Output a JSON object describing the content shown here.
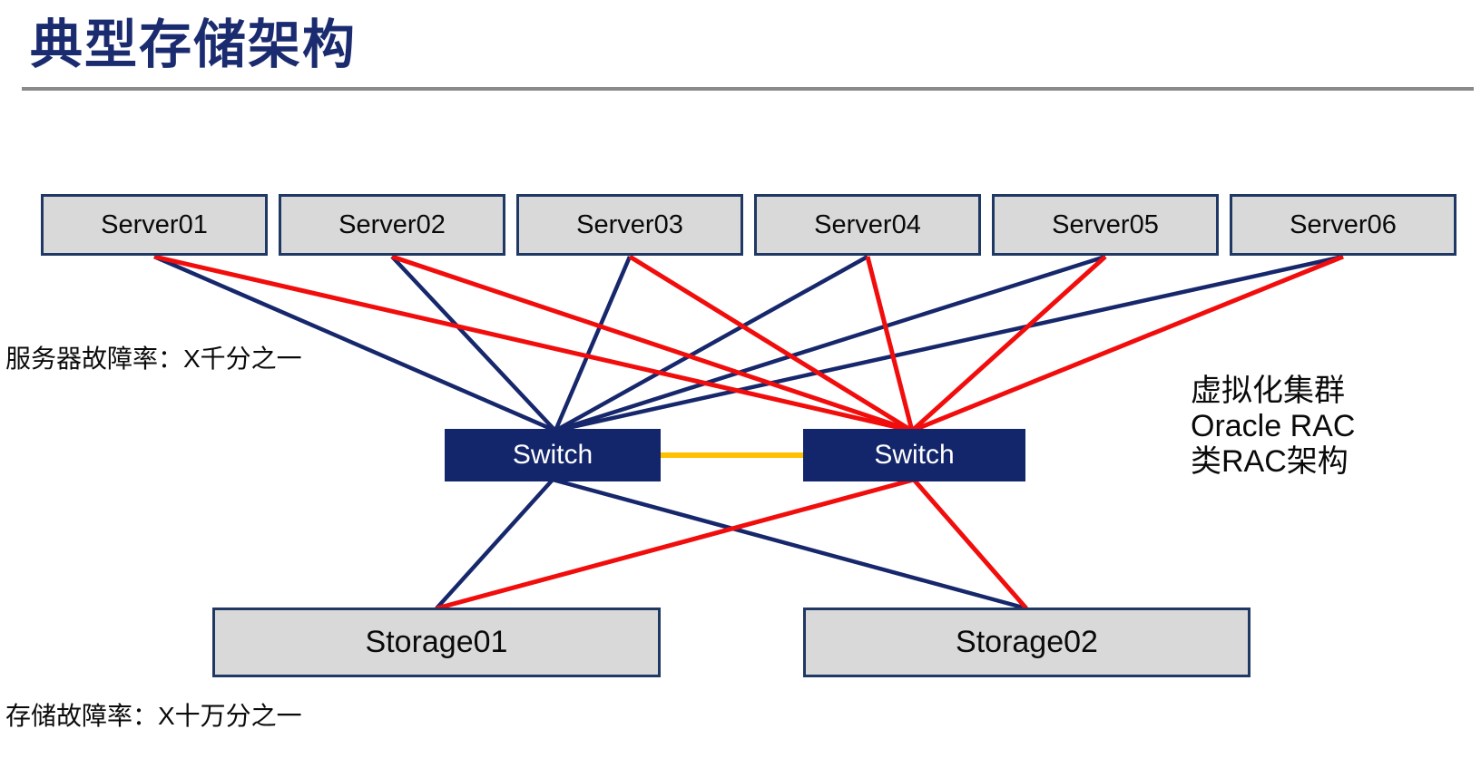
{
  "slide": {
    "title": "典型存储架构"
  },
  "nodes": {
    "servers": [
      {
        "label": "Server01"
      },
      {
        "label": "Server02"
      },
      {
        "label": "Server03"
      },
      {
        "label": "Server04"
      },
      {
        "label": "Server05"
      },
      {
        "label": "Server06"
      }
    ],
    "switches": [
      {
        "label": "Switch"
      },
      {
        "label": "Switch"
      }
    ],
    "storages": [
      {
        "label": "Storage01"
      },
      {
        "label": "Storage02"
      }
    ]
  },
  "annotations": {
    "server_failure_rate": "服务器故障率：X千分之一",
    "storage_failure_rate": "存储故障率：X十万分之一",
    "cluster_note": {
      "line1": "虚拟化集群",
      "line2": "Oracle RAC",
      "line3": "类RAC架构"
    }
  },
  "colors": {
    "navy_line": "#16276C",
    "red_line": "#F20D0D",
    "orange_link": "#FFC000",
    "node_fill": "#D9D9D9",
    "node_border": "#1F3864",
    "switch_fill": "#13256B",
    "title_navy": "#1B2B6F",
    "divider_gray": "#8A8A8A"
  }
}
